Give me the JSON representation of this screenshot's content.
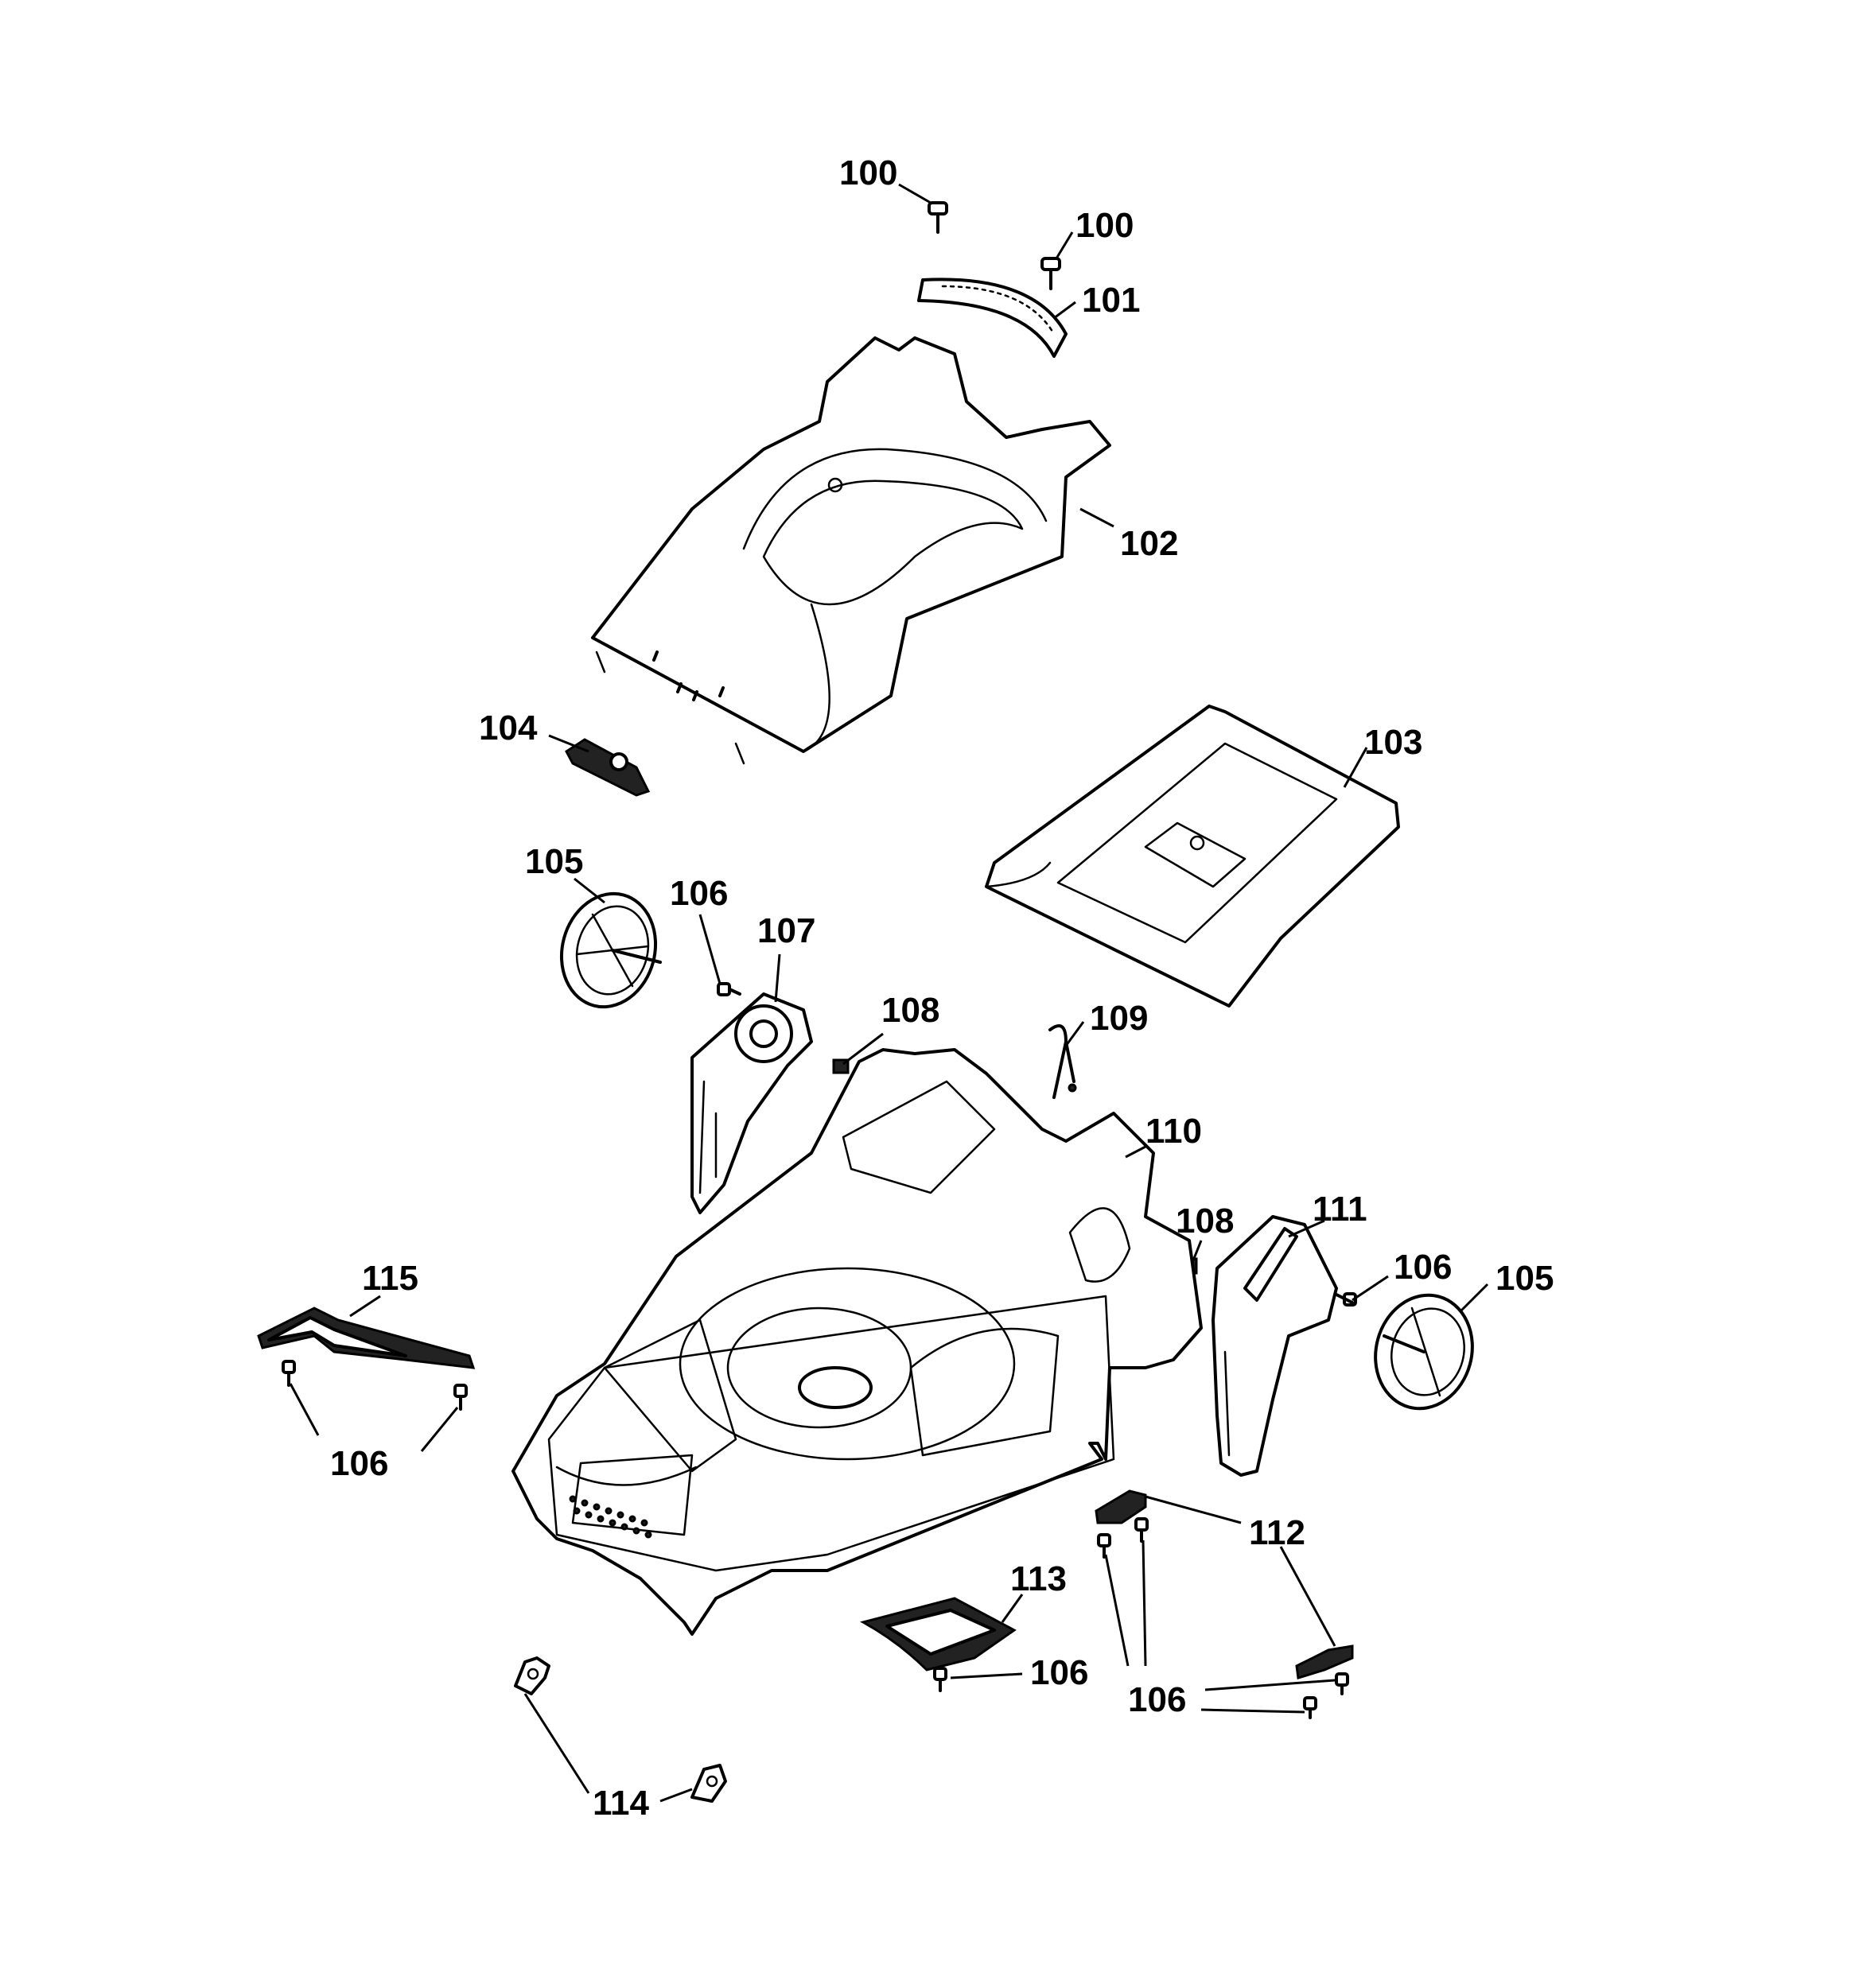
{
  "callouts": {
    "c100a": "100",
    "c100b": "100",
    "c101": "101",
    "c102": "102",
    "c103": "103",
    "c104": "104",
    "c105a": "105",
    "c105b": "105",
    "c106a": "106",
    "c106b": "106",
    "c106c": "106",
    "c106d": "106",
    "c106e": "106",
    "c107": "107",
    "c108a": "108",
    "c108b": "108",
    "c109": "109",
    "c110": "110",
    "c111": "111",
    "c112": "112",
    "c113": "113",
    "c114": "114",
    "c115": "115"
  },
  "colors": {
    "line": "#000000",
    "background": "#ffffff"
  }
}
